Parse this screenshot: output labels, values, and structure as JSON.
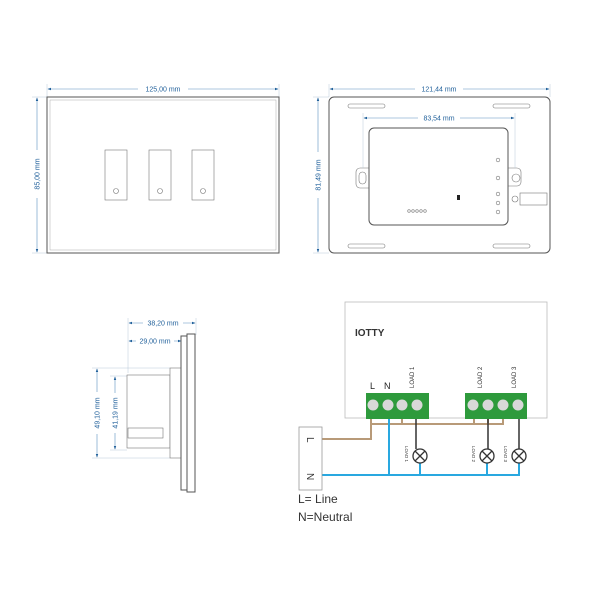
{
  "front_view": {
    "width_label": "125,00 mm",
    "height_label": "85,00 mm",
    "switch_count": 3
  },
  "back_view": {
    "width_label": "121,44 mm",
    "module_width_label": "83,54 mm",
    "height_label": "81,49 mm"
  },
  "side_view": {
    "depth_label": "38,20 mm",
    "body_depth_label": "29,00 mm",
    "height_label": "49,10 mm",
    "body_height_label": "41,19 mm"
  },
  "wiring": {
    "device_name": "IOTTY",
    "terminal_labels": {
      "l": "L",
      "n": "N",
      "load1": "LOAD 1",
      "load2": "LOAD 2",
      "load3": "LOAD 3"
    },
    "lamp_labels": [
      "LOAD 1",
      "LOAD 2",
      "LOAD 3"
    ],
    "source_labels": {
      "l": "L",
      "n": "N"
    },
    "legend": {
      "line": "L= Line",
      "neutral": "N=Neutral"
    },
    "colors": {
      "line_wire": "#b89a78",
      "neutral_wire": "#29a8e0",
      "terminal": "#2e9a3c",
      "load_wire": "#333333"
    }
  }
}
